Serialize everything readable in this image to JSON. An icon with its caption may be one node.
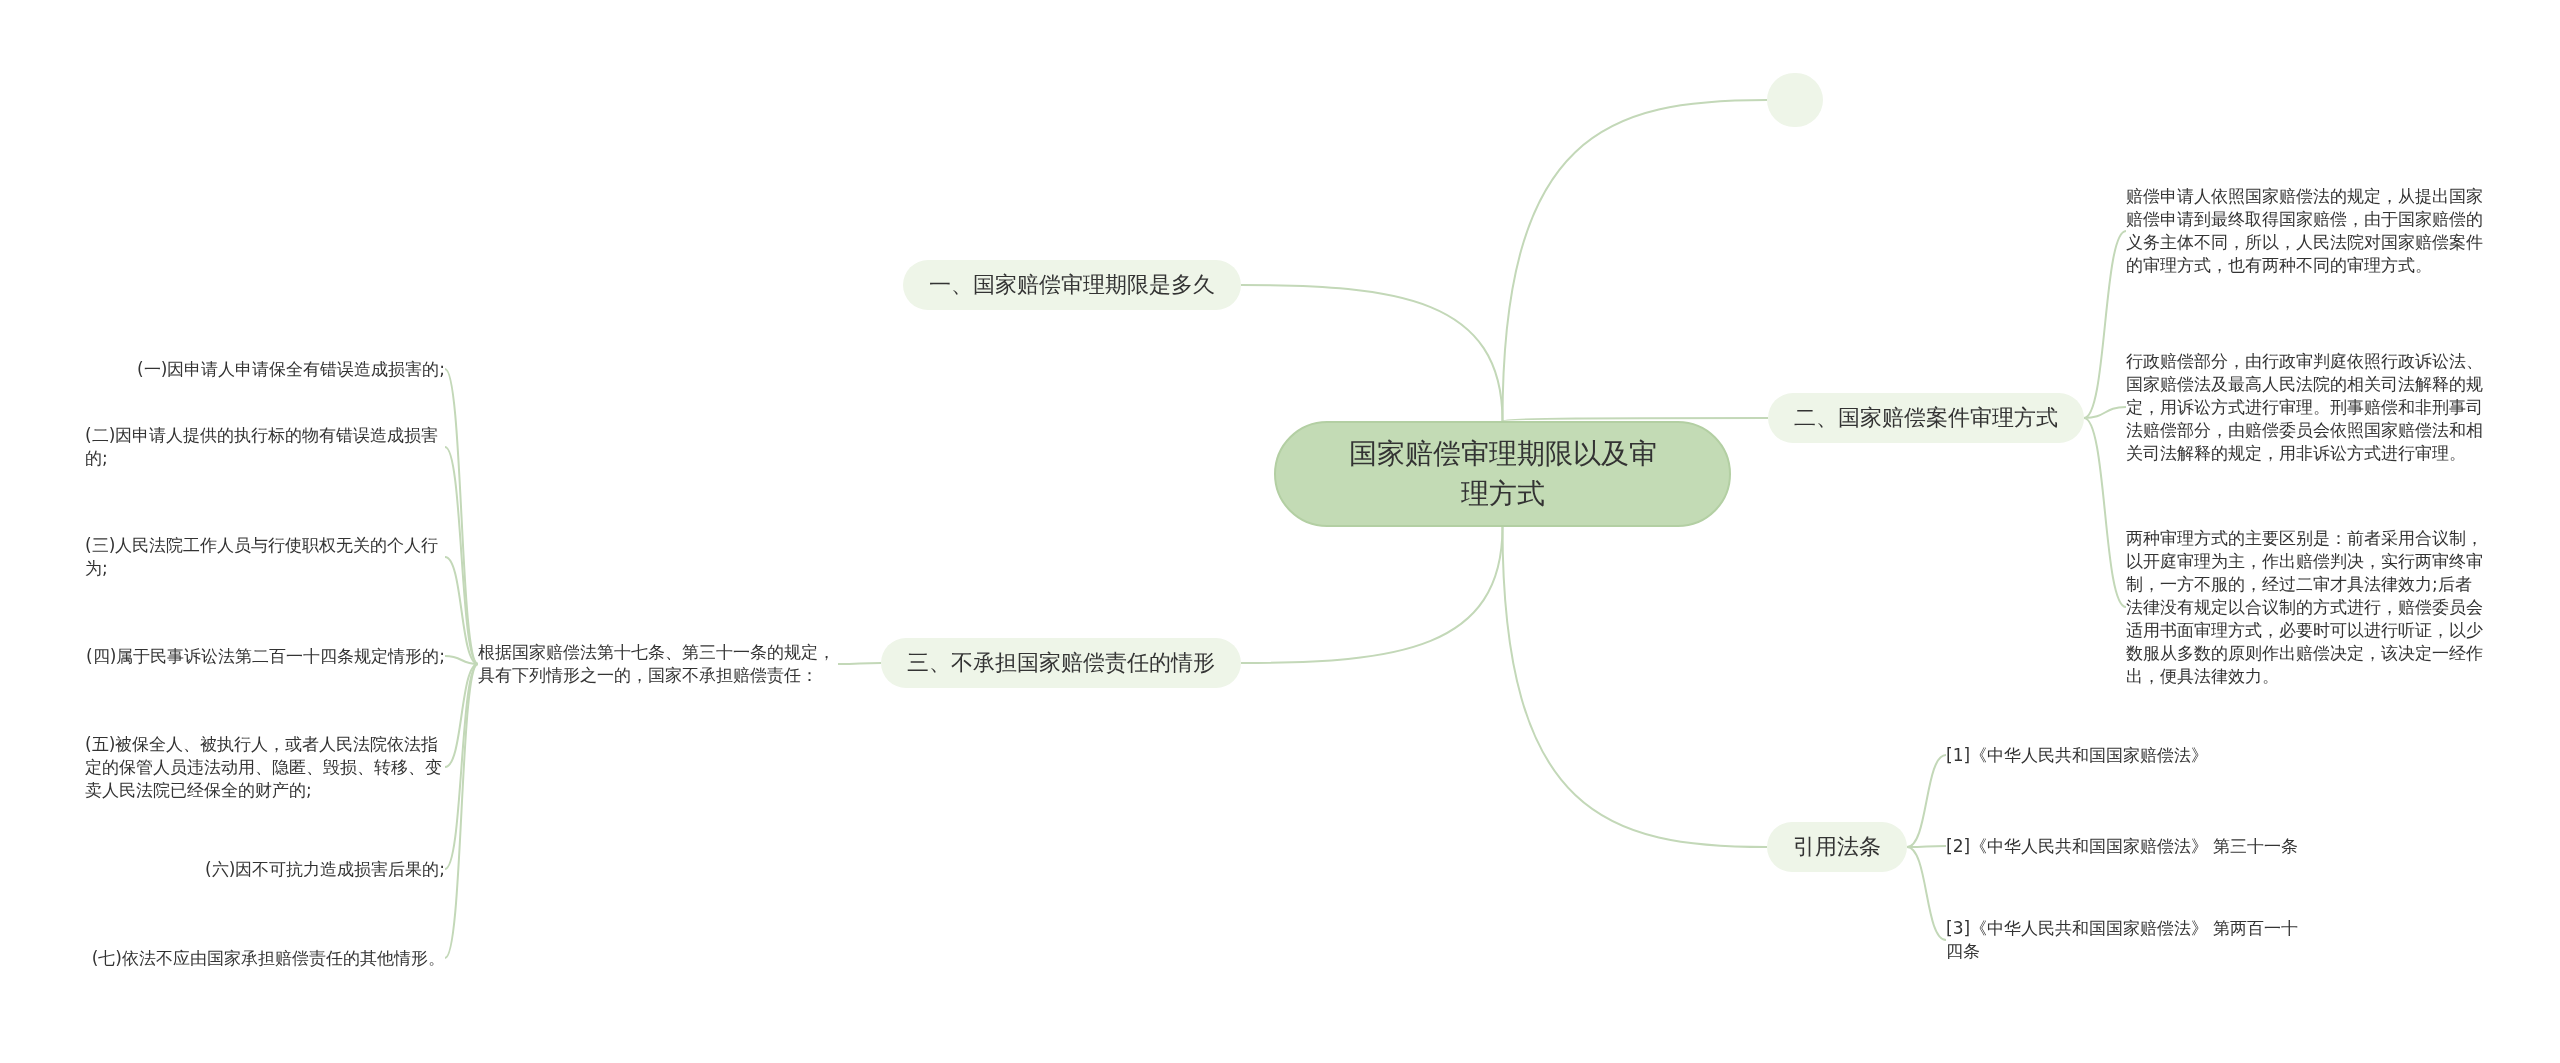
{
  "diagram": {
    "nodes": [
      {
        "text": [
          "国家赔偿审理期限以及审理方式"
        ]
      },
      {
        "text": [
          "一、国家赔偿审理期限是多久"
        ]
      },
      {
        "text": [
          "三、不承担国家赔偿责任的情形"
        ]
      },
      {
        "text": [
          "根据国家赔偿法第十七条、第三十一条的规定，具有下列情形之一的，国家不承担赔偿责任："
        ]
      },
      {
        "text": [
          "(一)因申请人申请保全有错误造成损害的;"
        ]
      },
      {
        "text": [
          "(二)因申请人提供的执行标的物有错误造成损害的;"
        ]
      },
      {
        "text": [
          "(三)人民法院工作人员与行使职权无关的个人行为;"
        ]
      },
      {
        "text": [
          "(四)属于民事诉讼法第二百一十四条规定情形的;"
        ]
      },
      {
        "text": [
          "(五)被保全人、被执行人，或者人民法院依法指定的保管人员违法动用、隐匿、毁损、转移、变卖人民法院已经保全的财产的;"
        ]
      },
      {
        "text": [
          "(六)因不可抗力造成损害后果的;"
        ]
      },
      {
        "text": [
          "(七)依法不应由国家承担赔偿责任的其他情形。"
        ]
      },
      {
        "text": [],
        "shape": "circle"
      },
      {
        "text": [
          "二、国家赔偿案件审理方式"
        ]
      },
      {
        "text": [
          "赔偿申请人依照国家赔偿法的规定，从提出国家赔偿申请到最终取得国家赔偿，由于国家赔偿的义务主体不同，所以，人民法院对国家赔偿案件的审理方式，也有两种不同的审理方式。"
        ]
      },
      {
        "text": [
          "行政赔偿部分，由行政审判庭依照行政诉讼法、国家赔偿法及最高人民法院的相关司法解释的规定，用诉讼方式进行审理。刑事赔偿和非刑事司法赔偿部分，由赔偿委员会依照国家赔偿法和相关司法解释的规定，用非诉讼方式进行审理。"
        ]
      },
      {
        "text": [
          "两种审理方式的主要区别是：前者采用合议制，以开庭审理为主，作出赔偿判决，实行两审终审制，一方不服的，经过二审才具法律效力;后者法律没有规定以合议制的方式进行，赔偿委员会适用书面审理方式，必要时可以进行听证，以少数服从多数的原则作出赔偿决定，该决定一经作出，便具法律效力。"
        ]
      },
      {
        "text": [
          "引用法条"
        ]
      },
      {
        "text": [
          "[1]《中华人民共和国国家赔偿法》"
        ]
      },
      {
        "text": [
          "[2]《中华人民共和国国家赔偿法》 第三十一条"
        ]
      },
      {
        "text": [
          "[3]《中华人民共和国国家赔偿法》 第两百一十四条"
        ]
      }
    ],
    "edges": [
      {
        "from": 0,
        "to": 1,
        "arrow": "none"
      },
      {
        "from": 0,
        "to": 2,
        "arrow": "none"
      },
      {
        "from": 2,
        "to": 3,
        "arrow": "none"
      },
      {
        "from": 3,
        "to": 4,
        "arrow": "none"
      },
      {
        "from": 3,
        "to": 5,
        "arrow": "none"
      },
      {
        "from": 3,
        "to": 6,
        "arrow": "none"
      },
      {
        "from": 3,
        "to": 7,
        "arrow": "none"
      },
      {
        "from": 3,
        "to": 8,
        "arrow": "none"
      },
      {
        "from": 3,
        "to": 9,
        "arrow": "none"
      },
      {
        "from": 3,
        "to": 10,
        "arrow": "none"
      },
      {
        "from": 0,
        "to": 11,
        "arrow": "none"
      },
      {
        "from": 0,
        "to": 12,
        "arrow": "none"
      },
      {
        "from": 12,
        "to": 13,
        "arrow": "none"
      },
      {
        "from": 12,
        "to": 14,
        "arrow": "none"
      },
      {
        "from": 12,
        "to": 15,
        "arrow": "none"
      },
      {
        "from": 0,
        "to": 16,
        "arrow": "none"
      },
      {
        "from": 16,
        "to": 17,
        "arrow": "none"
      },
      {
        "from": 16,
        "to": 18,
        "arrow": "none"
      },
      {
        "from": 16,
        "to": 19,
        "arrow": "none"
      }
    ]
  }
}
